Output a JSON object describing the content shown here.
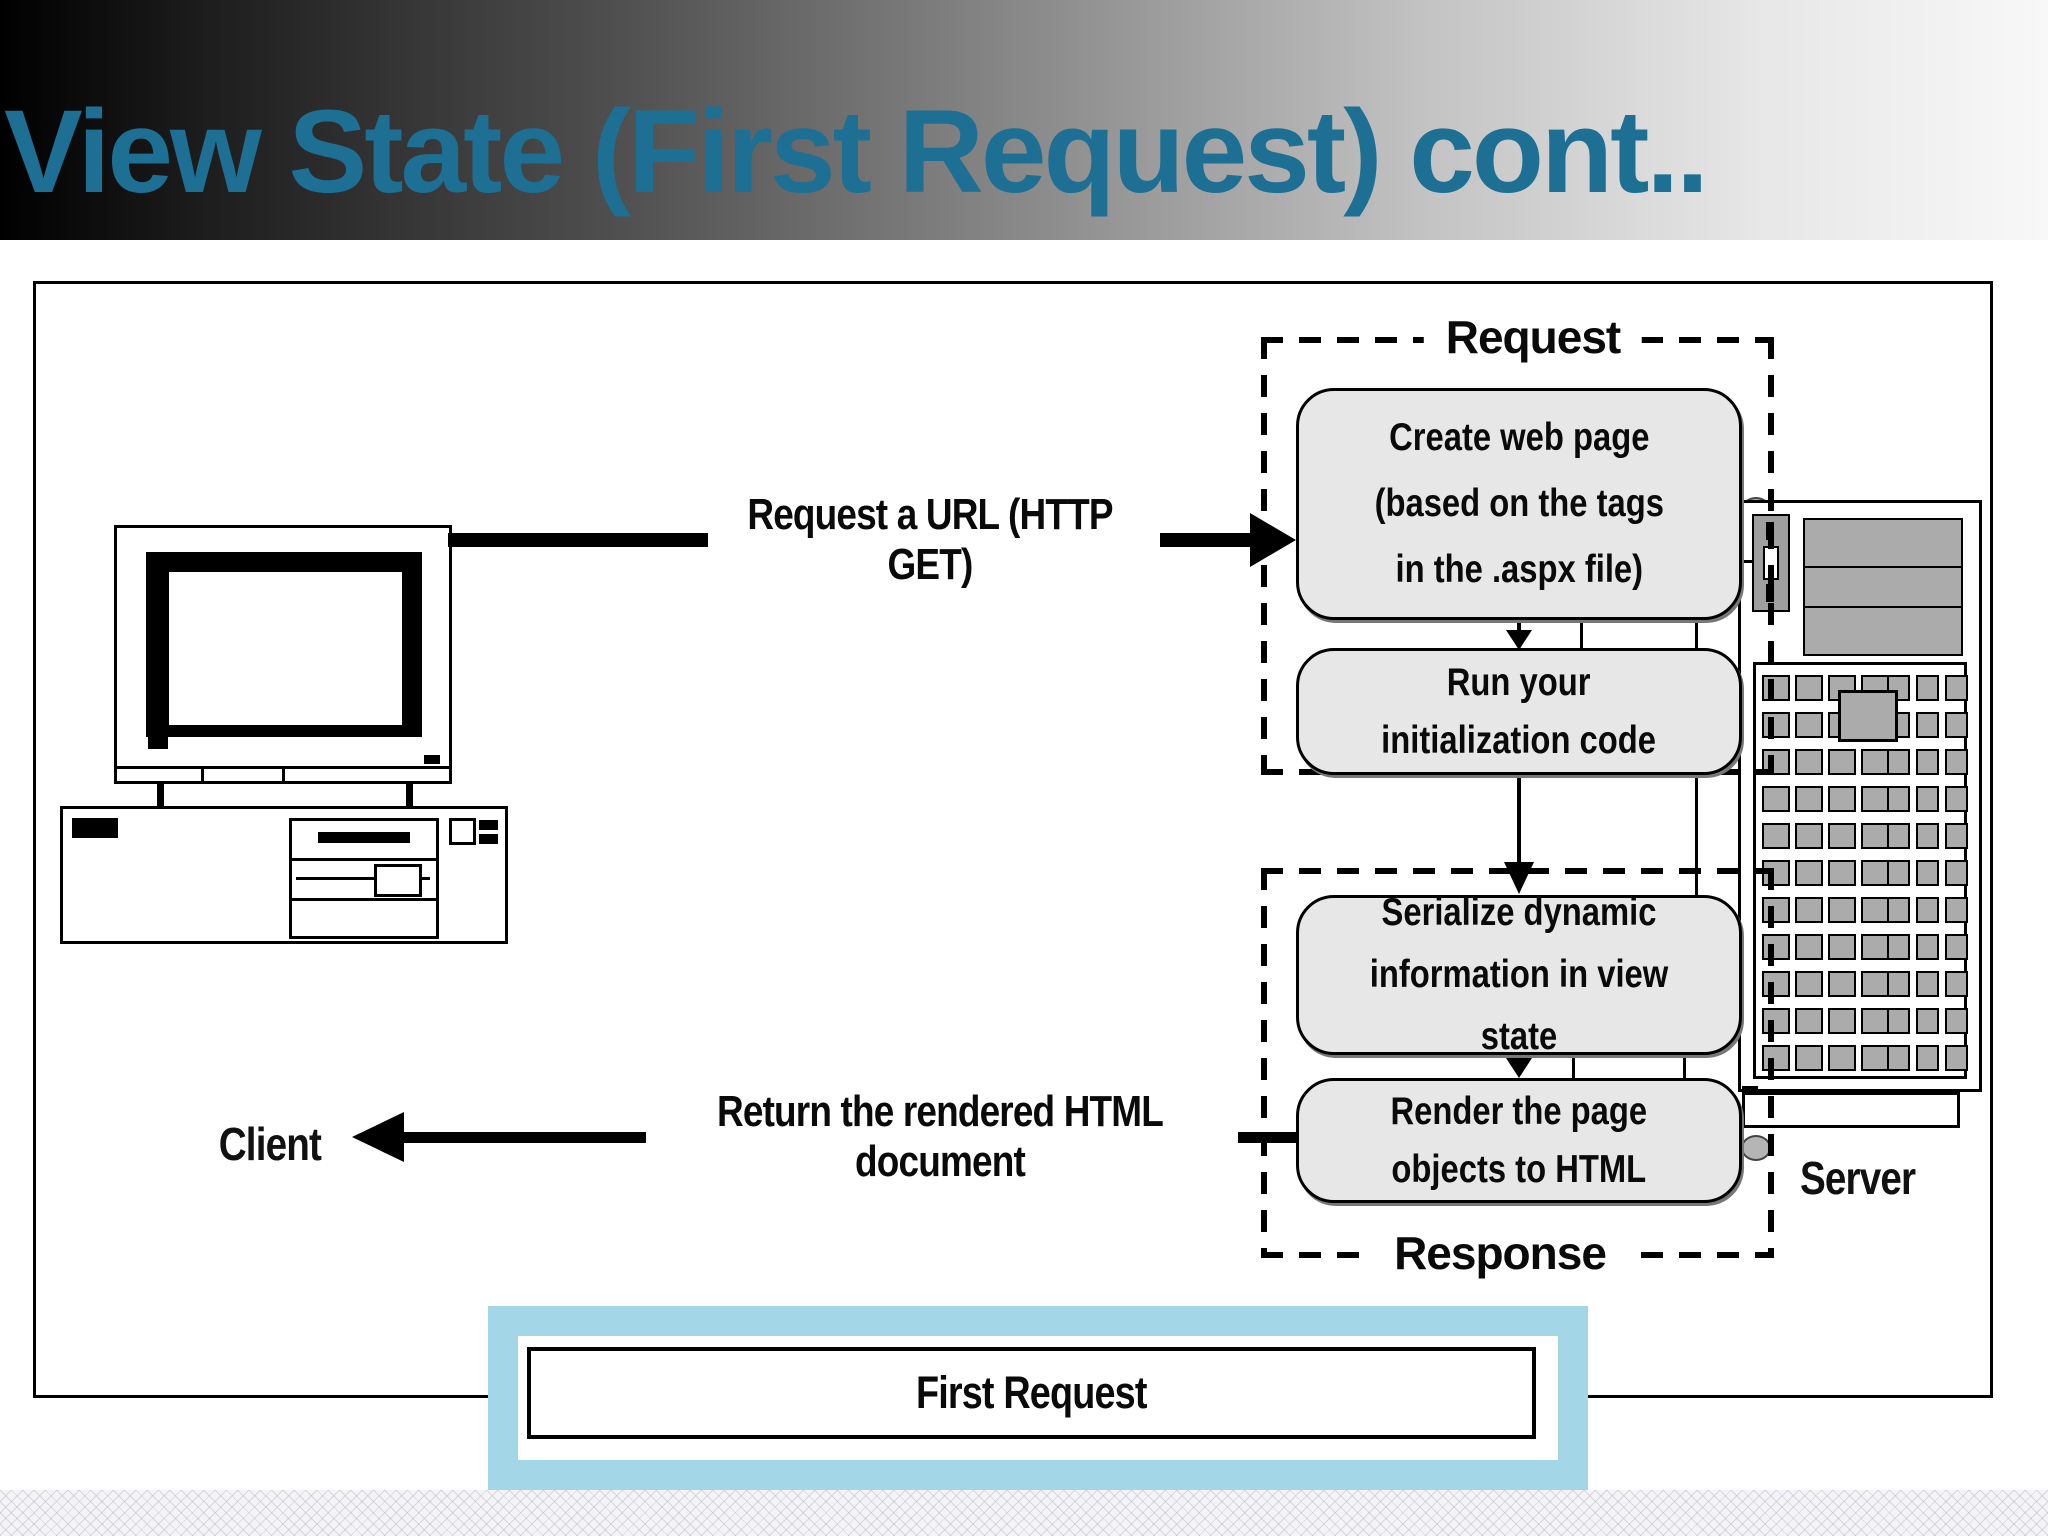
{
  "slide": {
    "title": "View State (First Request) cont..",
    "title_color": "#1d6f93"
  },
  "diagram": {
    "client_label": "Client",
    "server_label": "Server",
    "request_group_label": "Request",
    "response_group_label": "Response",
    "request_arrow_label": "Request a URL (HTTP GET)",
    "return_arrow_label": "Return the rendered HTML document",
    "first_request_label": "First Request",
    "boxes": {
      "create": "Create web page\n(based on the tags\nin the .aspx file)",
      "run": "Run your\ninitialization code",
      "serialize": "Serialize dynamic\ninformation in view state",
      "render": "Render the page\nobjects to HTML"
    },
    "colors": {
      "highlight_frame": "#a3d7e8",
      "flow_box_fill": "#e7e7e7",
      "chip_fill": "#ababab"
    }
  },
  "server_art": {
    "chip_grid": {
      "rows": 11,
      "cluster_a_cols": 4,
      "cluster_b_cols": 3
    }
  }
}
